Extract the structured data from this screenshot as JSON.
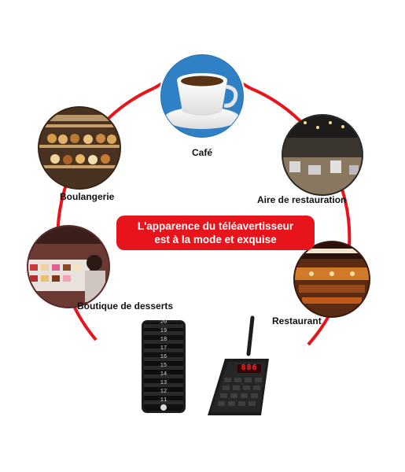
{
  "banner": {
    "line1": "L'apparence du téléavertisseur",
    "line2": "est à la mode et exquise"
  },
  "venues": [
    {
      "label": "Café",
      "icon": "coffee-cup-icon"
    },
    {
      "label": "Boulangerie",
      "icon": "bakery-photo"
    },
    {
      "label": "Aire de restauration",
      "icon": "food-court-photo"
    },
    {
      "label": "Boutique de desserts",
      "icon": "dessert-shop-photo"
    },
    {
      "label": "Restaurant",
      "icon": "restaurant-photo"
    }
  ],
  "pager_stack": {
    "numbers": [
      "20",
      "19",
      "18",
      "17",
      "16",
      "15",
      "14",
      "13",
      "12",
      "11"
    ]
  },
  "keypad": {
    "display": "886"
  },
  "colors": {
    "ring": "#e8141b",
    "banner": "#e8141b",
    "device": "#1c1c1c"
  }
}
